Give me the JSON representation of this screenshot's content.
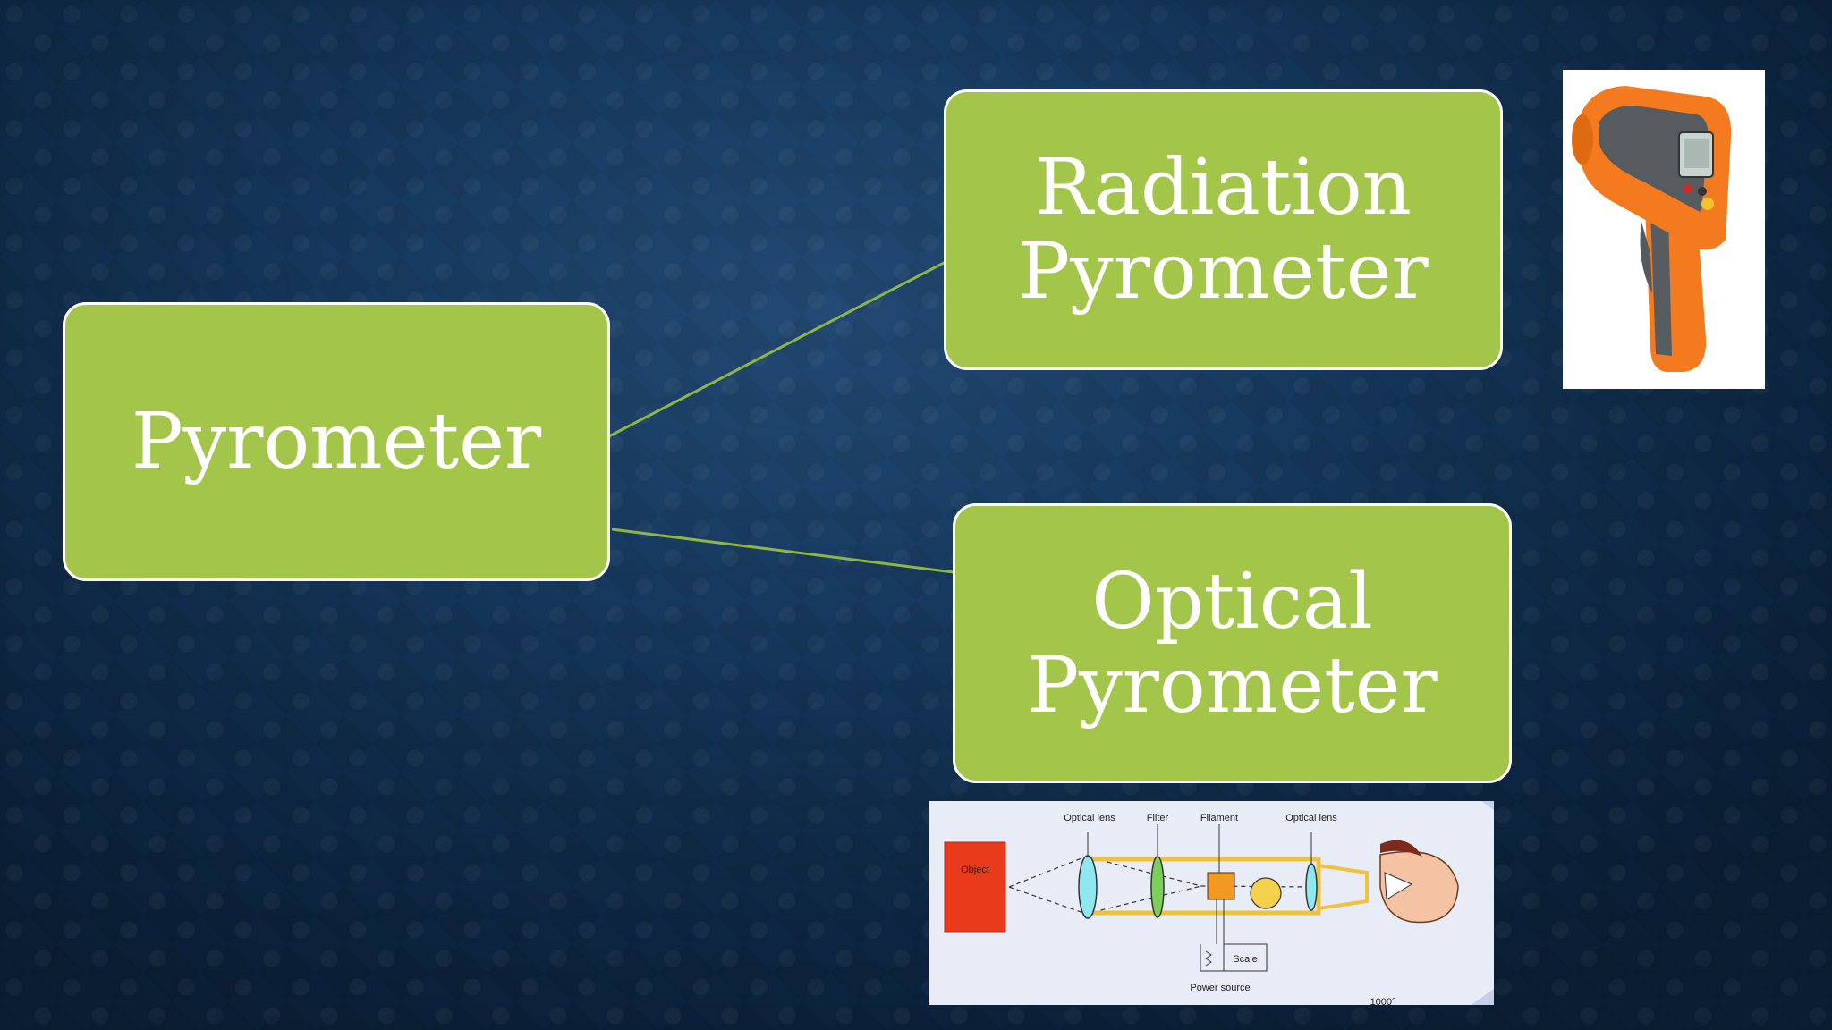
{
  "diagram": {
    "root": {
      "label": "Pyrometer"
    },
    "children": [
      {
        "label": "Radiation\nPyrometer"
      },
      {
        "label": "Optical\nPyrometer"
      }
    ],
    "node_fill": "#a2c54a",
    "node_border": "#ffffff",
    "connector_color": "#8fb545"
  },
  "ir_thermometer_image": {
    "depicts": "handheld-infrared-thermometer-icon",
    "colors": {
      "body": "#f47a20",
      "grip": "#555a5e",
      "screen": "#c9d3cf"
    }
  },
  "optical_schematic_image": {
    "object_label": "Object",
    "lens1_label": "Optical lens",
    "filter_label": "Filter",
    "filament_label": "Filament",
    "lens2_label": "Optical lens",
    "scale_label": "Scale",
    "power_label": "Power source",
    "reading": "1000°"
  }
}
